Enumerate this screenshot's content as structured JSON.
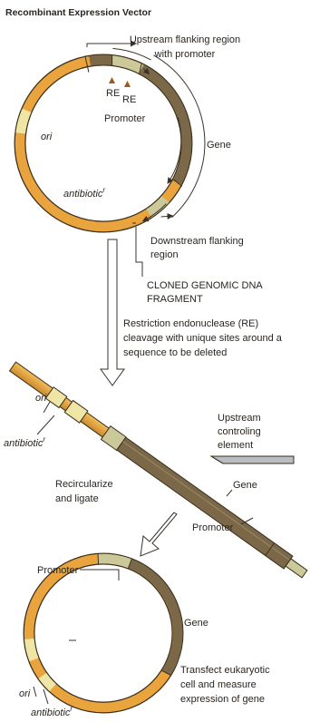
{
  "figure": {
    "title": "Recombinant Expression Vector",
    "steps": {
      "cleavage": [
        "Restriction endonuclease (RE)",
        "cleavage with unique sites around a",
        "sequence to be deleted"
      ],
      "recircularize": [
        "Recircularize",
        "and ligate"
      ],
      "transfect": [
        "Transfect eukaryotic",
        "cell and measure",
        "expression of gene"
      ]
    }
  },
  "vector": {
    "upstream": [
      "Upstream flanking region",
      "with promoter"
    ],
    "re_left": "RE",
    "re_right": "RE",
    "promoter": "Promoter",
    "gene": "Gene",
    "ori": "ori",
    "antibiotic": "antibiotic",
    "antibiotic_sup": "r",
    "downstream": [
      "Downstream flanking",
      "region"
    ],
    "cloned": [
      "CLONED GENOMIC DNA",
      "FRAGMENT"
    ]
  },
  "linear": {
    "ori": "ori",
    "antibiotic": "antibiotic",
    "antibiotic_sup": "r",
    "upstream_element": [
      "Upstream",
      "controling",
      "element"
    ],
    "gene": "Gene",
    "promoter": "Promoter"
  },
  "final": {
    "promoter": "Promoter",
    "gene": "Gene",
    "ori": "ori",
    "antibiotic": "antibiotic",
    "antibiotic_sup": "r"
  }
}
